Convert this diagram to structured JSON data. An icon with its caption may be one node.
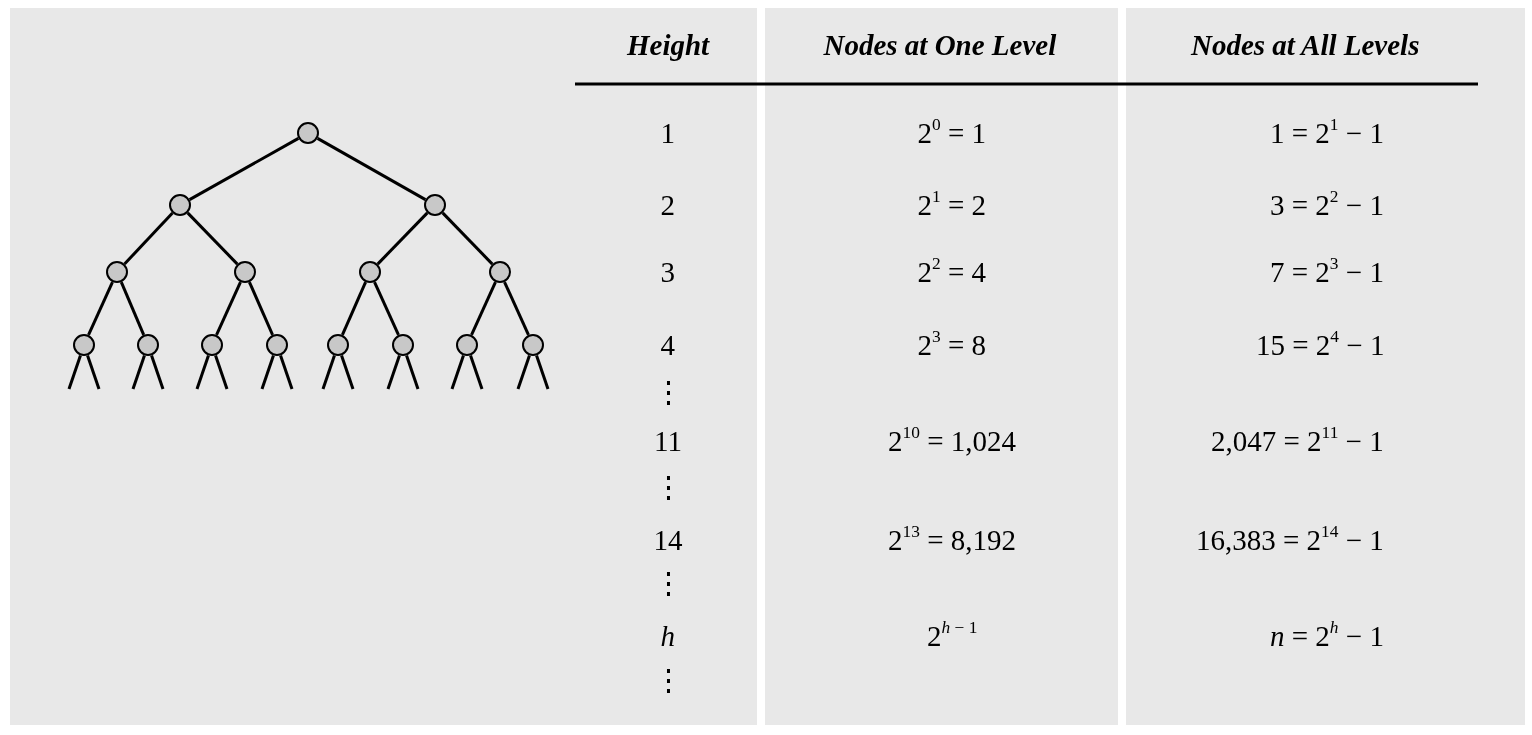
{
  "diagram": {
    "nodes": [
      {
        "text": [],
        "shape": "circle"
      },
      {
        "text": [],
        "shape": "circle"
      },
      {
        "text": [],
        "shape": "circle"
      },
      {
        "text": [],
        "shape": "circle"
      },
      {
        "text": [],
        "shape": "circle"
      },
      {
        "text": [],
        "shape": "circle"
      },
      {
        "text": [],
        "shape": "circle"
      },
      {
        "text": [],
        "shape": "circle"
      },
      {
        "text": [],
        "shape": "circle"
      },
      {
        "text": [],
        "shape": "circle"
      },
      {
        "text": [],
        "shape": "circle"
      },
      {
        "text": [],
        "shape": "circle"
      },
      {
        "text": [],
        "shape": "circle"
      },
      {
        "text": [],
        "shape": "circle"
      },
      {
        "text": [],
        "shape": "circle"
      }
    ],
    "edges": [
      {
        "from": 0,
        "to": 1,
        "arrow": "none"
      },
      {
        "from": 0,
        "to": 2,
        "arrow": "none"
      },
      {
        "from": 1,
        "to": 3,
        "arrow": "none"
      },
      {
        "from": 1,
        "to": 4,
        "arrow": "none"
      },
      {
        "from": 2,
        "to": 5,
        "arrow": "none"
      },
      {
        "from": 2,
        "to": 6,
        "arrow": "none"
      },
      {
        "from": 3,
        "to": 7,
        "arrow": "none"
      },
      {
        "from": 3,
        "to": 8,
        "arrow": "none"
      },
      {
        "from": 4,
        "to": 9,
        "arrow": "none"
      },
      {
        "from": 4,
        "to": 10,
        "arrow": "none"
      },
      {
        "from": 5,
        "to": 11,
        "arrow": "none"
      },
      {
        "from": 5,
        "to": 12,
        "arrow": "none"
      },
      {
        "from": 6,
        "to": 13,
        "arrow": "none"
      },
      {
        "from": 6,
        "to": 14,
        "arrow": "none"
      },
      {
        "from": 7,
        "to": null,
        "arrow": "none"
      },
      {
        "from": 7,
        "to": null,
        "arrow": "none"
      },
      {
        "from": 8,
        "to": null,
        "arrow": "none"
      },
      {
        "from": 8,
        "to": null,
        "arrow": "none"
      },
      {
        "from": 9,
        "to": null,
        "arrow": "none"
      },
      {
        "from": 9,
        "to": null,
        "arrow": "none"
      },
      {
        "from": 10,
        "to": null,
        "arrow": "none"
      },
      {
        "from": 10,
        "to": null,
        "arrow": "none"
      },
      {
        "from": 11,
        "to": null,
        "arrow": "none"
      },
      {
        "from": 11,
        "to": null,
        "arrow": "none"
      },
      {
        "from": 12,
        "to": null,
        "arrow": "none"
      },
      {
        "from": 12,
        "to": null,
        "arrow": "none"
      },
      {
        "from": 13,
        "to": null,
        "arrow": "none"
      },
      {
        "from": 13,
        "to": null,
        "arrow": "none"
      },
      {
        "from": 14,
        "to": null,
        "arrow": "none"
      },
      {
        "from": 14,
        "to": null,
        "arrow": "none"
      }
    ],
    "labels": [
      "Height",
      "Nodes at One Level",
      "Nodes at All Levels",
      "1",
      "2$^{0}$ = 1",
      "1 = 2$^{1}$ − 1",
      "2",
      "2$^{1}$ = 2",
      "3 = 2$^{2}$ − 1",
      "3",
      "2$^{2}$ = 4",
      "7 = 2$^{3}$ − 1",
      "4",
      "2$^{3}$ = 8",
      "15 = 2$^{4}$ − 1",
      "⋮",
      "11",
      "2$^{10}$ = 1,024",
      "2,047 = 2$^{11}$ − 1",
      "⋮",
      "14",
      "2$^{13}$ = 8,192",
      "16,383 = 2$^{14}$ − 1",
      "⋮",
      "h",
      "2$^{h − 1}$",
      "*n* = 2$^{h}$ − 1",
      "⋮"
    ]
  }
}
